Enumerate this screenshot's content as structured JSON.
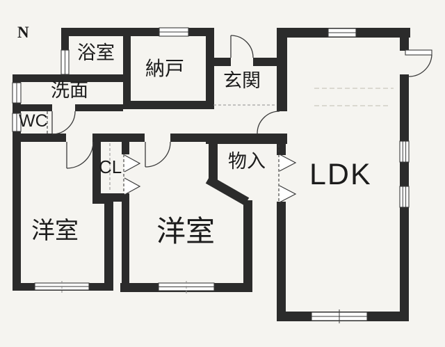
{
  "compass": {
    "label": "N"
  },
  "rooms": {
    "bathroom": {
      "label": "浴室"
    },
    "storage_room": {
      "label": "納戸"
    },
    "entrance": {
      "label": "玄関"
    },
    "washroom": {
      "label": "洗面"
    },
    "wc": {
      "label": "WC"
    },
    "closet": {
      "label": "CL"
    },
    "storage_closet": {
      "label": "物入"
    },
    "ldk": {
      "label": "LDK"
    },
    "western_room_left": {
      "label": "洋室"
    },
    "western_room_center": {
      "label": "洋室"
    }
  },
  "colors": {
    "wall": "#2b2b2b",
    "line": "#3a3a3a",
    "background": "#f5f4f0"
  }
}
